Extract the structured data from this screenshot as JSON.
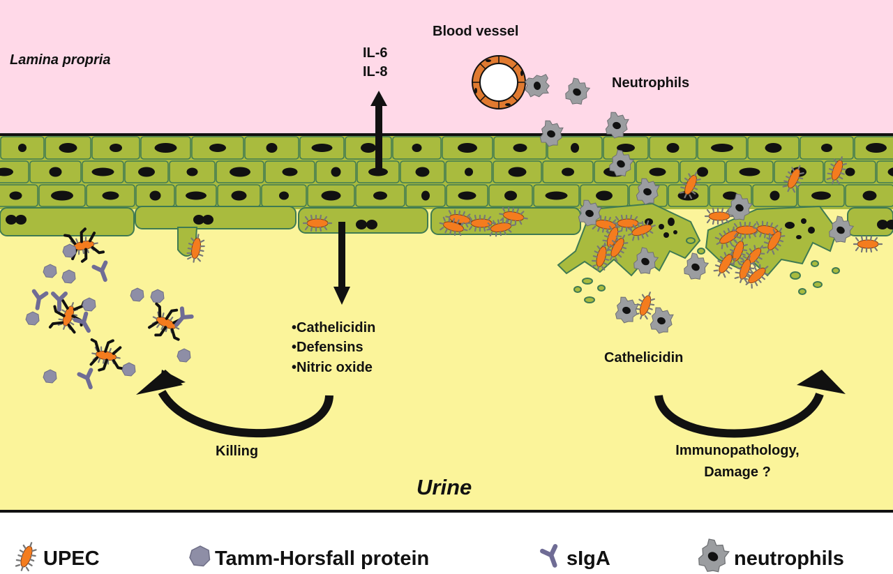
{
  "labels": {
    "lamina_propria": "Lamina propria",
    "blood_vessel": "Blood vessel",
    "il6": "IL-6",
    "il8": "IL-8",
    "neutrophils_top": "Neutrophils",
    "cathelicidin_item": "•Cathelicidin",
    "defensins_item": "•Defensins",
    "nitric_oxide_item": "•Nitric oxide",
    "cathelicidin_right": "Cathelicidin",
    "killing": "Killing",
    "immunopathology": "Immunopathology,",
    "damage": "Damage ?",
    "urine": "Urine"
  },
  "legend": [
    {
      "icon": "upec-icon",
      "label": "UPEC"
    },
    {
      "icon": "tamm-horsfall-icon",
      "label": "Tamm-Horsfall protein"
    },
    {
      "icon": "siga-icon",
      "label": "sIgA"
    },
    {
      "icon": "neutrophil-icon",
      "label": "neutrophils"
    }
  ],
  "colors": {
    "lamina": "#ffd9e8",
    "urine": "#fbf49a",
    "epithelium": "#a9bb3e",
    "cell_border": "#3f7a52",
    "nucleus": "#111111",
    "upec": "#f47c1e",
    "neutrophil": "#9b9da0",
    "tamm_horsfall": "#8e8ea6",
    "siga": "#6f6c95",
    "vessel": "#e07a30"
  }
}
